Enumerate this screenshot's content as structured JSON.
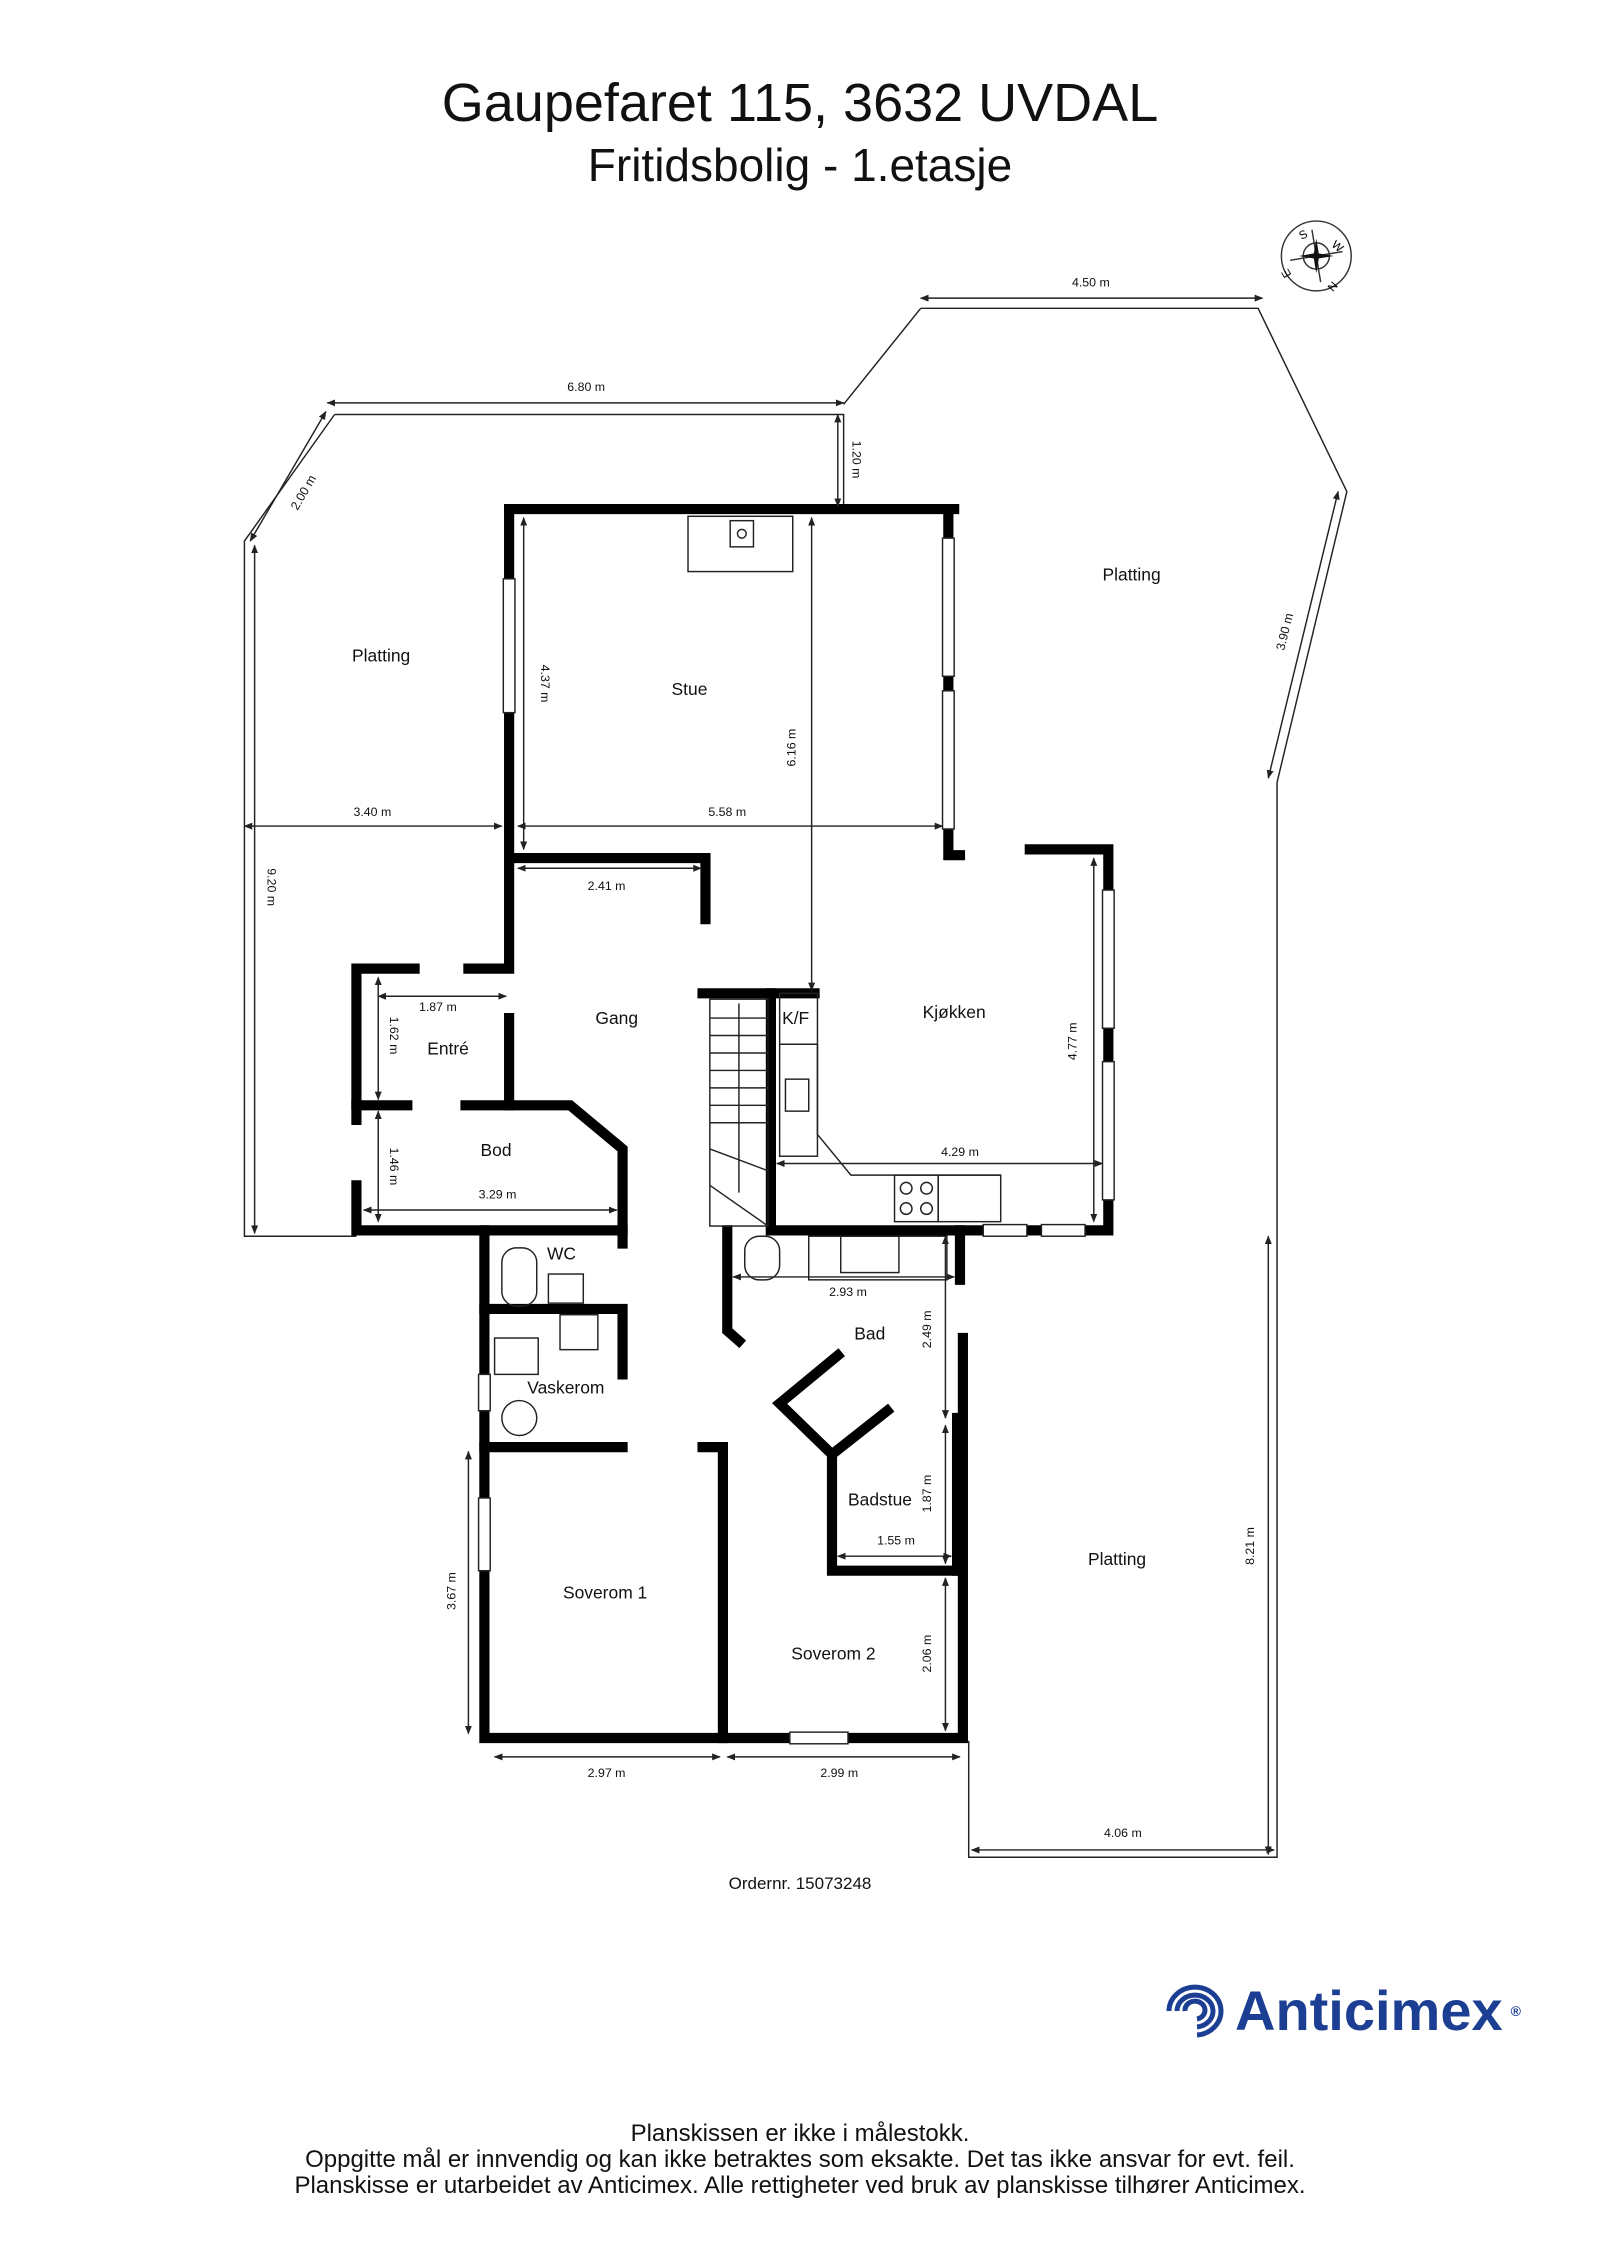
{
  "header": {
    "title": "Gaupefaret 115, 3632 UVDAL",
    "subtitle": "Fritidsbolig - 1.etasje"
  },
  "compass": {
    "labels": [
      "S",
      "W",
      "N",
      "E"
    ]
  },
  "rooms": {
    "platting_left": "Platting",
    "platting_top_right": "Platting",
    "platting_bottom_right": "Platting",
    "stue": "Stue",
    "gang": "Gang",
    "entre": "Entré",
    "bod": "Bod",
    "kf": "K/F",
    "kjokken": "Kjøkken",
    "wc": "WC",
    "vaskerom": "Vaskerom",
    "bad": "Bad",
    "badstue": "Badstue",
    "soverom1": "Soverom 1",
    "soverom2": "Soverom 2"
  },
  "dimensions": {
    "d450": "4.50 m",
    "d680": "6.80 m",
    "d200": "2.00 m",
    "d120": "1.20 m",
    "d390": "3.90 m",
    "d437": "4.37 m",
    "d616": "6.16 m",
    "d340": "3.40 m",
    "d558": "5.58 m",
    "d920": "9.20 m",
    "d241": "2.41 m",
    "d187": "1.87 m",
    "d162": "1.62 m",
    "d477": "4.77 m",
    "d146": "1.46 m",
    "d329": "3.29 m",
    "d429": "4.29 m",
    "d293": "2.93 m",
    "d249": "2.49 m",
    "d187b": "1.87 m",
    "d155": "1.55 m",
    "d367": "3.67 m",
    "d206": "2.06 m",
    "d821": "8.21 m",
    "d297": "2.97 m",
    "d299": "2.99 m",
    "d406": "4.06 m"
  },
  "order": "Ordernr. 15073248",
  "logo": {
    "text": "Anticimex",
    "mark": "®",
    "color": "#1c3f94"
  },
  "footer": {
    "line1": "Planskissen er ikke i målestokk.",
    "line2": "Oppgitte mål er innvendig og kan ikke betraktes som eksakte. Det tas ikke ansvar for evt. feil.",
    "line3": "Planskisse er utarbeidet av Anticimex. Alle rettigheter ved bruk av planskisse tilhører Anticimex."
  }
}
